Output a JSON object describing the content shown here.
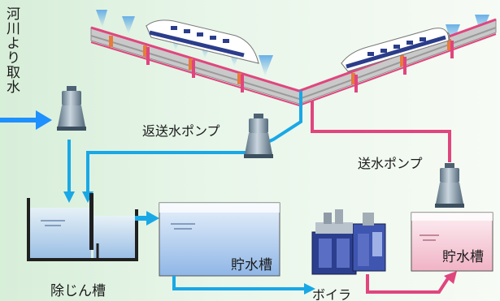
{
  "labels": {
    "river_intake": "河川より取水",
    "return_pump": "返送水ポンプ",
    "supply_pump": "送水ポンプ",
    "settling_tank": "除じん槽",
    "storage_tank_left": "貯水槽",
    "storage_tank_right": "貯水槽",
    "boiler": "ボイラ"
  },
  "colors": {
    "water_line": "#18a8e6",
    "hot_line": "#e0457e",
    "intake_arrow": "#1e90ff",
    "cool_water": "#a9c9ee",
    "warm_water": "#f6c9d6",
    "pump_body": "#7f96a7"
  },
  "icons": [
    "pump-icon",
    "train-icon",
    "boiler-icon",
    "sprinkler-icon"
  ]
}
